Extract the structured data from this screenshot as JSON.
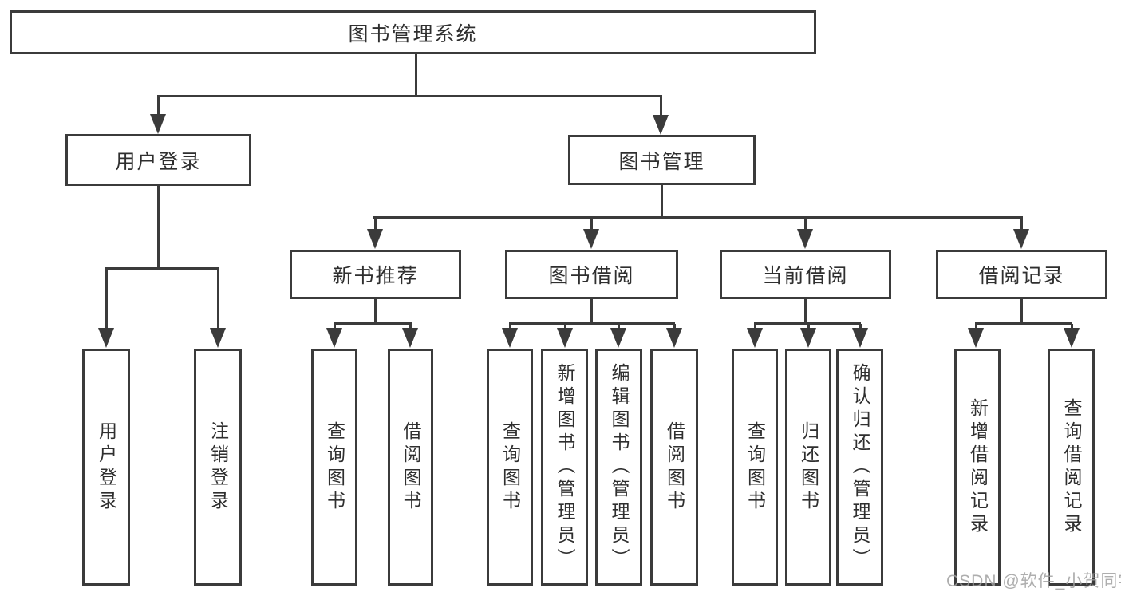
{
  "tree": {
    "root": {
      "label": "图书管理系统"
    },
    "branches": [
      {
        "label": "用户登录",
        "children": [
          {
            "label": "用户登录"
          },
          {
            "label": "注销登录"
          }
        ]
      },
      {
        "label": "图书管理",
        "children": [
          {
            "label": "新书推荐",
            "children": [
              {
                "label": "查询图书"
              },
              {
                "label": "借阅图书"
              }
            ]
          },
          {
            "label": "图书借阅",
            "children": [
              {
                "label": "查询图书"
              },
              {
                "label": "新增图书（管理员）"
              },
              {
                "label": "编辑图书（管理员）"
              },
              {
                "label": "借阅图书"
              }
            ]
          },
          {
            "label": "当前借阅",
            "children": [
              {
                "label": "查询图书"
              },
              {
                "label": "归还图书"
              },
              {
                "label": "确认归还（管理员）"
              }
            ]
          },
          {
            "label": "借阅记录",
            "children": [
              {
                "label": "新增借阅记录"
              },
              {
                "label": "查询借阅记录"
              }
            ]
          }
        ]
      }
    ]
  },
  "watermark": "CSDN @软件_小贺同学",
  "colors": {
    "line": "#3b3b3b",
    "text": "#2f2f2f",
    "background": "#ffffff",
    "watermark": "#a0a0a0"
  }
}
